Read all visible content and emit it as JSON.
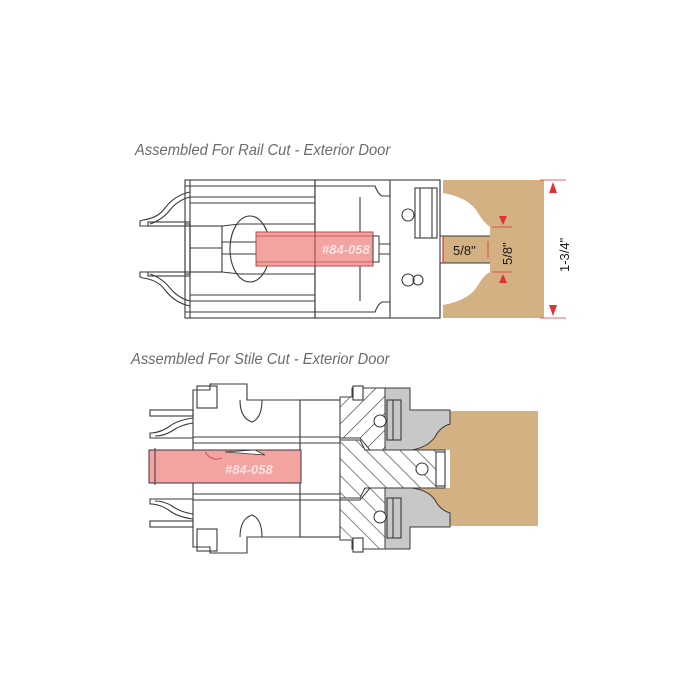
{
  "diagrams": [
    {
      "title": "Assembled For Rail Cut - Exterior Door",
      "part_label": "#84-058",
      "dimensions": {
        "tongue_length": "5/8\"",
        "tongue_width": "5/8\"",
        "stock_thickness": "1-3/4\""
      }
    },
    {
      "title": "Assembled For Stile Cut - Exterior Door",
      "part_label": "#84-058"
    }
  ],
  "colors": {
    "wood": "#d4b183",
    "spacer_pink": "#f3a3a0",
    "spacer_outline": "#b84a4a",
    "dimension_red": "#e0303a",
    "cutter_gray": "#c8c8c8",
    "caption_gray": "#6b6b6b"
  }
}
